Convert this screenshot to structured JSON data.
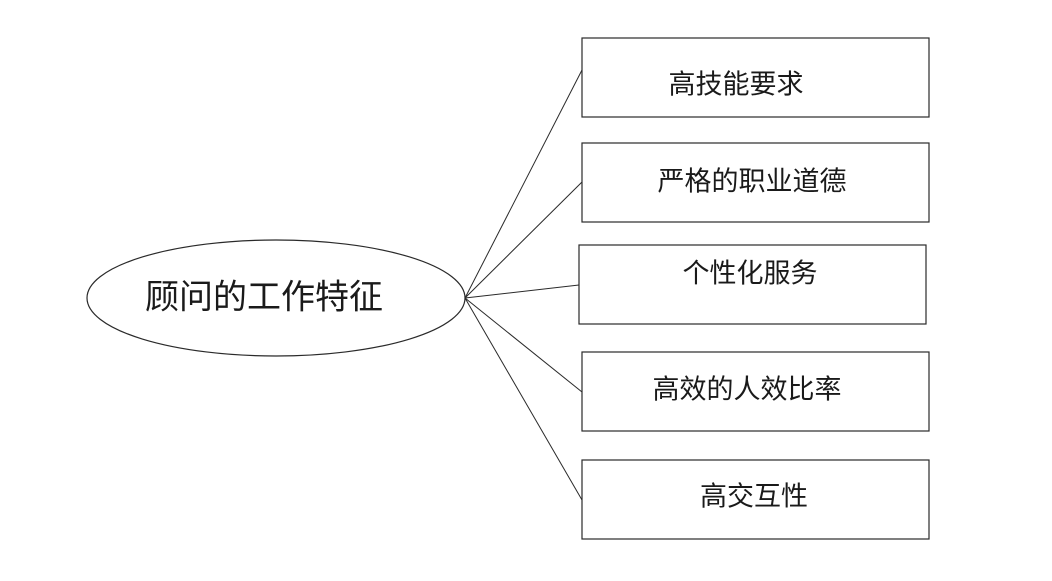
{
  "center": {
    "label": "顾问的工作特征"
  },
  "branches": [
    {
      "label": "高技能要求"
    },
    {
      "label": "严格的职业道德"
    },
    {
      "label": "个性化服务"
    },
    {
      "label": "高效的人效比率"
    },
    {
      "label": "高交互性"
    }
  ]
}
